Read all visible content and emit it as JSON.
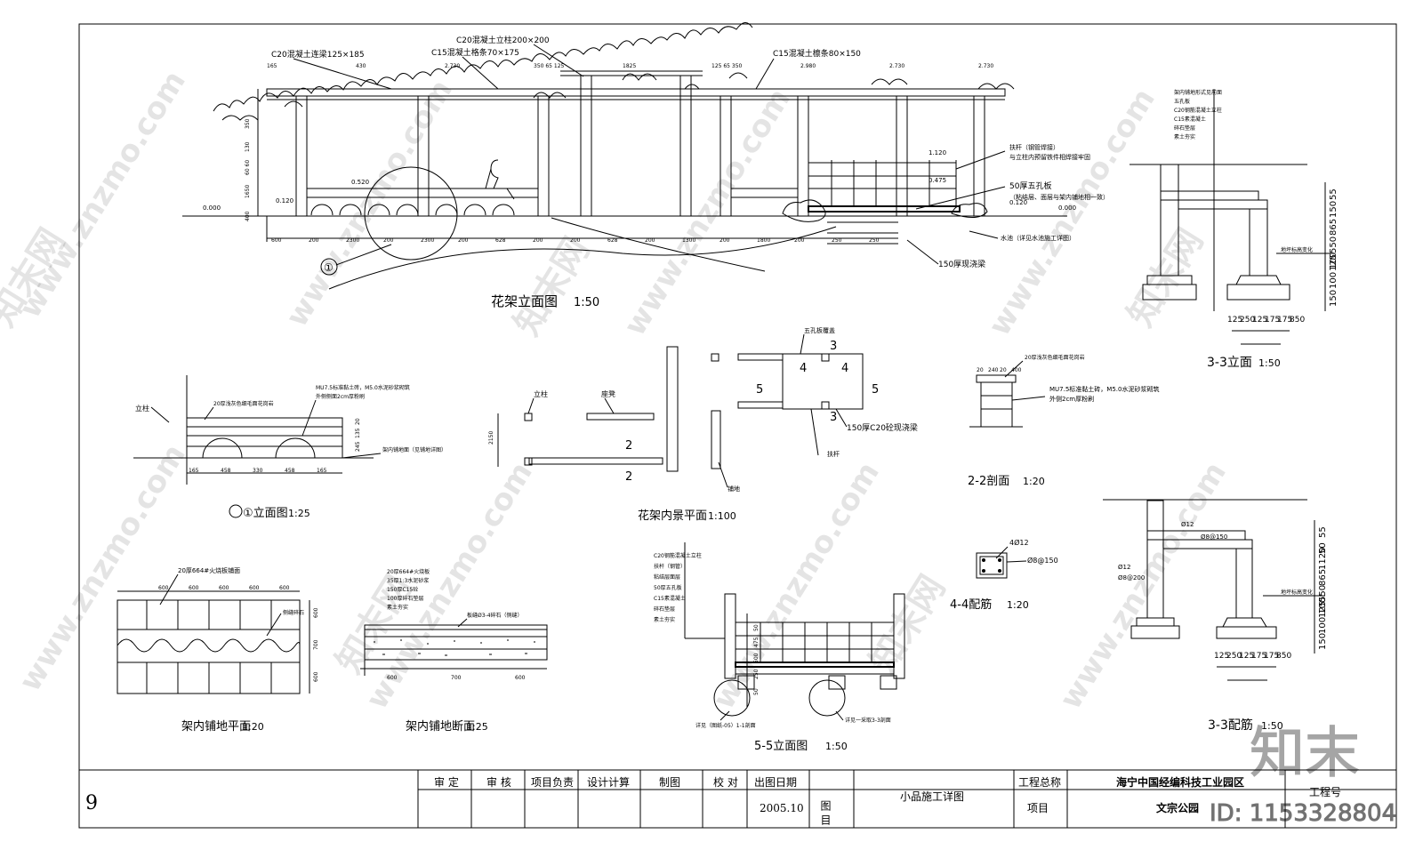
{
  "title_block": {
    "sheet_number": "9",
    "headers": {
      "shending": "审 定",
      "shenhe": "审 核",
      "xiangmu_fuze": "项目负责",
      "sheji_jisuan": "设计计算",
      "zhitu": "制图",
      "jiaodui": "校 对",
      "chutu_riqi": "出图日期",
      "tumu": "图 目",
      "gongcheng_zongcheng": "工程总称",
      "xiangmu": "项目",
      "gongchenghao": "工程号"
    },
    "date": "2005.10",
    "drawing_title": "小品施工详图",
    "project_general": "海宁中国经编科技工业园区",
    "project": "文宗公园"
  },
  "watermark": {
    "site": "www.znzmo.com",
    "brand": "知末网",
    "logo": "知末",
    "id_text": "ID: 1153328804"
  },
  "views": {
    "elevation_main": {
      "title": "花架立面图",
      "scale": "1:50",
      "callouts": {
        "c20_beam": "C20混凝土连梁125×185",
        "c15_strip": "C15混凝土格条70×175",
        "c20_column": "C20混凝土立柱200×200",
        "c15_joist": "C15混凝土檩条80×150",
        "railing": "扶杆（钢管焊接）",
        "railing_note": "与立柱内预留铁件相焊接牢固",
        "slab": "50厚五孔板",
        "slab_note": "（粘结层、面层与架内铺地相一致）",
        "pool": "水池（详见水池施工详图）",
        "beam150": "150厚现浇梁",
        "circle_ref": "①"
      },
      "dims_top": [
        "165",
        "430",
        "2.730",
        "350 65 125",
        "1825",
        "125 65 350",
        "2.980",
        "2.730",
        "2.730"
      ],
      "dims_left": [
        "350",
        "130",
        "60 60",
        "1650",
        "400"
      ],
      "levels": [
        "0.000",
        "0.120",
        "0.520",
        "1.120",
        "0.475",
        "0.120",
        "0.000"
      ],
      "dims_bottom": [
        "600",
        "200",
        "2300",
        "200",
        "2300",
        "200",
        "628",
        "200",
        "200",
        "628",
        "200",
        "1300",
        "200",
        "1800",
        "200",
        "250",
        "250"
      ]
    },
    "section_33": {
      "title": "3-3立面",
      "scale": "1:50",
      "layers": [
        "架内铺地形式见前面",
        "五孔板",
        "C20钢筋混凝土立柱",
        "C15素混凝土",
        "碎石垫层",
        "素土夯实"
      ],
      "dims_right": [
        "55",
        "150",
        "865",
        "550",
        "125",
        "100 100",
        "150"
      ],
      "dims_bottom": [
        "125",
        "250",
        "125",
        "175",
        "175",
        "850"
      ],
      "note": "地坪标高变化"
    },
    "elevation_1": {
      "title": "①立面图",
      "scale": "1:25",
      "labels": [
        "立柱",
        "20厚浅灰色细毛面花岗岩",
        "MU7.5标准黏土砖，M5.0水泥砂浆砌筑",
        "外侧侧面2cm厚粉刷",
        "架内铺地面（见铺地详图）"
      ],
      "dims_bottom": [
        "165",
        "458",
        "330",
        "458",
        "165"
      ],
      "dims_right": [
        "20",
        "135",
        "245"
      ]
    },
    "plan_inner": {
      "title": "花架内景平面",
      "scale": "1:100",
      "labels": [
        "立柱",
        "座凳",
        "五孔板覆盖",
        "150厚C20砼现浇梁",
        "扶杆",
        "铺地"
      ],
      "section_marks": [
        "2",
        "2",
        "3",
        "3",
        "4",
        "4",
        "5",
        "5"
      ],
      "dims": [
        "2150"
      ]
    },
    "section_22": {
      "title": "2-2剖面",
      "scale": "1:20",
      "labels": [
        "20厚浅灰色细毛面花岗岩",
        "MU7.5标准黏土砖，M5.0水泥砂浆砌筑",
        "外侧2cm厚粉刷"
      ],
      "dims": [
        "20",
        "240",
        "20",
        "400"
      ]
    },
    "rebar_44": {
      "title": "4-4配筋",
      "scale": "1:20",
      "labels": [
        "4Ø12",
        "Ø8@150"
      ]
    },
    "rebar_33": {
      "title": "3-3配筋",
      "scale": "1:50",
      "labels": [
        "Ø12",
        "Ø8@150",
        "Ø12",
        "Ø8@200",
        "地坪标高变化"
      ],
      "dims_right": [
        "55",
        "50",
        "1120",
        "865",
        "550",
        "125",
        "100 100",
        "150"
      ],
      "dims_bottom": [
        "125",
        "250",
        "125",
        "175",
        "175",
        "850"
      ]
    },
    "paving_plan": {
      "title": "架内铺地平面",
      "scale": "1:20",
      "labels": [
        "20厚664#火烧板铺面",
        "侧缝碎石"
      ],
      "dims_top": [
        "600",
        "600",
        "600",
        "600",
        "600"
      ],
      "dims_right": [
        "600",
        "700",
        "600"
      ]
    },
    "paving_section": {
      "title": "架内铺地断面",
      "scale": "1:25",
      "layers": [
        "20厚664#火烧板",
        "35厚1:3水泥砂浆",
        "150厚C15砼",
        "100厚碎石垫层",
        "素土夯实"
      ],
      "note": "板缝Ø3-4碎石（侧缝）",
      "dims_bottom": [
        "600",
        "700",
        "600"
      ]
    },
    "elevation_55": {
      "title": "5-5立面图",
      "scale": "1:50",
      "layers": [
        "C20钢筋混凝土立柱",
        "扶杆（钢管）",
        "粘结层面层",
        "50厚五孔板",
        "C15素混凝土",
        "碎石垫层",
        "素土夯实"
      ],
      "dims_left": [
        "50",
        "475",
        "500",
        "250",
        "50"
      ],
      "notes": [
        "详见（图纸-05）1-1剖面",
        "详见一采取3-3剖面"
      ]
    }
  }
}
